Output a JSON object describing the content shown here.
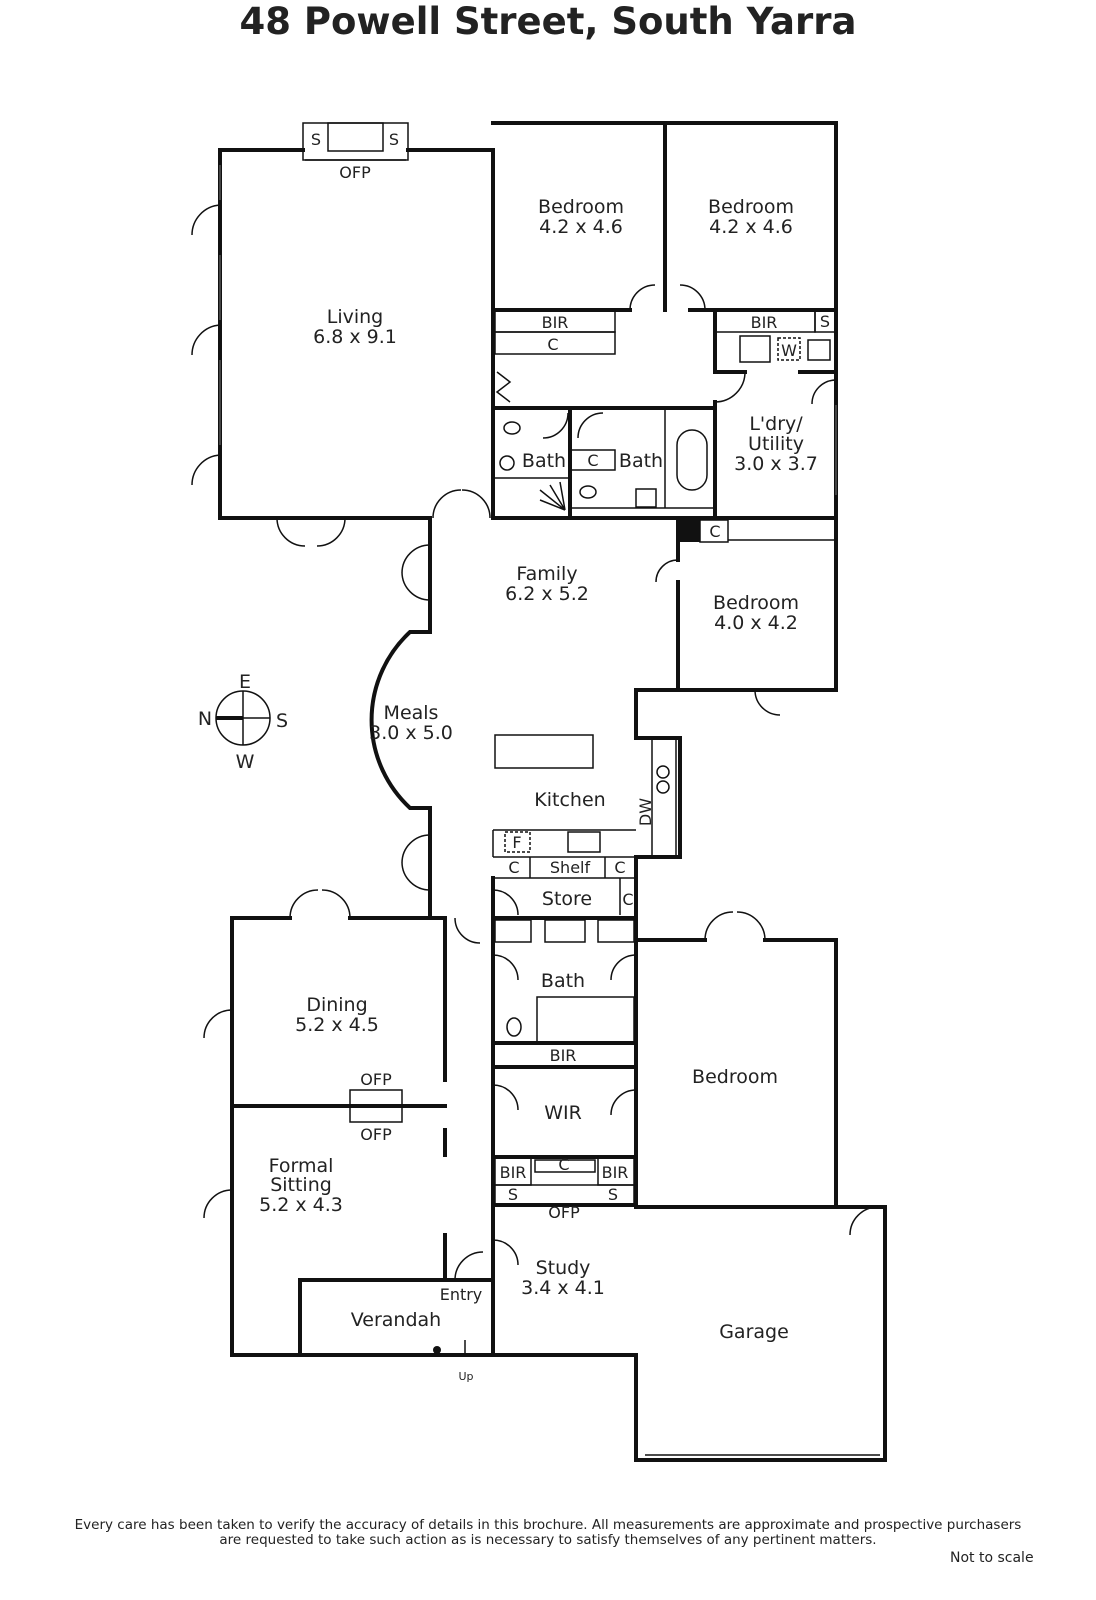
{
  "title": "48 Powell Street, South Yarra",
  "rooms": {
    "living": {
      "name": "Living",
      "size": "6.8 x 9.1"
    },
    "bedroom1": {
      "name": "Bedroom",
      "size": "4.2 x 4.6"
    },
    "bedroom2": {
      "name": "Bedroom",
      "size": "4.2 x 4.6"
    },
    "laundry": {
      "name1": "L'dry/",
      "name2": "Utility",
      "size": "3.0 x 3.7"
    },
    "bath1": {
      "name": "Bath"
    },
    "bath2": {
      "name": "Bath"
    },
    "family": {
      "name": "Family",
      "size": "6.2 x 5.2"
    },
    "bedroom3": {
      "name": "Bedroom",
      "size": "4.0 x 4.2"
    },
    "meals": {
      "name": "Meals",
      "size": "3.0 x 5.0"
    },
    "kitchen": {
      "name": "Kitchen"
    },
    "store": {
      "name": "Store"
    },
    "dining": {
      "name": "Dining",
      "size": "5.2 x 4.5"
    },
    "formal": {
      "name1": "Formal",
      "name2": "Sitting",
      "size": "5.2 x 4.3"
    },
    "bath3": {
      "name": "Bath"
    },
    "bedroom4": {
      "name": "Bedroom"
    },
    "wir": {
      "name": "WIR"
    },
    "study": {
      "name": "Study",
      "size": "3.4 x 4.1"
    },
    "verandah": {
      "name": "Verandah"
    },
    "entry": {
      "name": "Entry"
    },
    "garage": {
      "name": "Garage"
    }
  },
  "fixtures": {
    "ofp": "OFP",
    "s": "S",
    "bir": "BIR",
    "c": "C",
    "w": "W",
    "f": "F",
    "dw": "DW",
    "shelf": "Shelf",
    "up": "Up"
  },
  "compass": {
    "n": "N",
    "e": "E",
    "s": "S",
    "w": "W"
  },
  "disclaimer": {
    "line1": "Every care has been taken to verify the accuracy of details in this brochure.  All measurements are approximate and prospective purchasers",
    "line2": "are requested to take such action as is necessary to satisfy themselves of any pertinent matters."
  },
  "scale_note": "Not to scale"
}
